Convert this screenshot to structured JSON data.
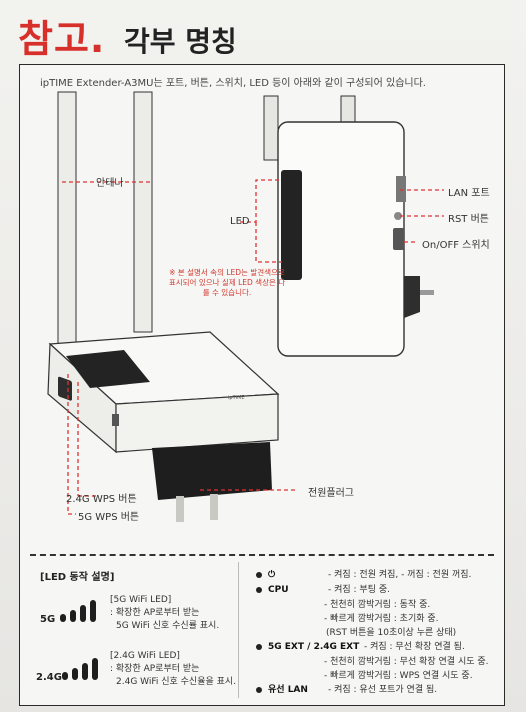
{
  "header": {
    "title_red": "참고.",
    "title_black": "각부 명칭"
  },
  "intro": "ipTIME Extender-A3MU는 포트, 버튼, 스위치, LED 등이 아래와 같이 구성되어 있습니다.",
  "callouts": {
    "antenna": "안테나",
    "led": "LED",
    "lan_port": "LAN 포트",
    "rst_button": "RST 버튼",
    "onoff_switch": "On/OFF 스위치",
    "power_plug": "전원플러그",
    "wps_24": "2.4G WPS 버튼",
    "wps_5": "5G WPS 버튼",
    "brand": "ipTIME"
  },
  "note": "※ 본 설명서 속의 LED는 발견색으로 표시되어 있으나 실제 LED 색상은 다를 수 있습니다.",
  "led_section": {
    "title": "[LED 동작 설명]",
    "wifi5": {
      "band": "5G",
      "heading": "[5G WiFi LED]",
      "line1": ": 확장한 AP로부터 받는",
      "line2": "5G WiFi 신호 수신률 표시."
    },
    "wifi24": {
      "band": "2.4G",
      "heading": "[2.4G WiFi LED]",
      "line1": ": 확장한 AP로부터 받는",
      "line2": "2.4G WiFi 신호 수신율을 표시."
    }
  },
  "legend": [
    {
      "key": "⏻",
      "text": "- 켜짐 : 전원 켜짐,  - 꺼짐 : 전원 꺼짐."
    },
    {
      "key": "CPU",
      "text": "- 켜짐 : 부팅 중."
    },
    {
      "key": "",
      "text": "- 천천히 깜박거림 : 동작 중."
    },
    {
      "key": "",
      "text": "- 빠르게 깜박거림 : 초기화 중."
    },
    {
      "key": "",
      "text": "(RST 버튼을 10초이상 누른 상태)"
    },
    {
      "key": "5G EXT / 2.4G EXT",
      "text": "- 켜짐 : 무선 확장 연결 됨."
    },
    {
      "key": "",
      "text": "- 천천히 깜박거림 : 무선 확장 연결 시도 중."
    },
    {
      "key": "",
      "text": "- 빠르게 깜박거림 : WPS 연결 시도 중."
    },
    {
      "key": "유선 LAN",
      "text": "- 켜짐 : 유선 포트가 연결 됨."
    }
  ]
}
